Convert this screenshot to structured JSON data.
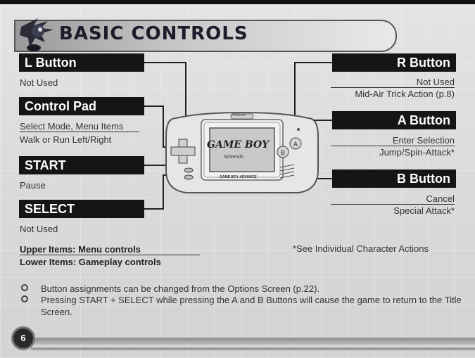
{
  "header": {
    "title": "BASIC CONTROLS"
  },
  "sections": {
    "l_button": {
      "label": "L Button",
      "lines": [
        "Not Used"
      ]
    },
    "control_pad": {
      "label": "Control Pad",
      "lines": [
        "Select Mode, Menu Items",
        "Walk or Run Left/Right"
      ]
    },
    "start": {
      "label": "START",
      "lines": [
        "Pause"
      ]
    },
    "select": {
      "label": "SELECT",
      "lines": [
        "Not Used"
      ]
    },
    "r_button": {
      "label": "R Button",
      "lines": [
        "Not Used",
        "Mid-Air Trick Action (p.8)"
      ]
    },
    "a_button": {
      "label": "A Button",
      "lines": [
        "Enter Selection",
        "Jump/Spin-Attack*"
      ]
    },
    "b_button": {
      "label": "B Button",
      "lines": [
        "Cancel",
        "Special Attack*"
      ]
    }
  },
  "device": {
    "brand": "GAME BOY",
    "maker": "Nintendo",
    "model": "GAME BOY ADVANCE",
    "logo_small": "Nintendo"
  },
  "legend": {
    "upper": "Upper Items: Menu controls",
    "lower": "Lower Items: Gameplay controls",
    "footnote": "*See Individual Character Actions"
  },
  "bullets": [
    "Button assignments can be changed from the Options Screen (p.22).",
    "Pressing START + SELECT while pressing the A and B Buttons will cause the game to return to the Title Screen."
  ],
  "page_number": "6"
}
